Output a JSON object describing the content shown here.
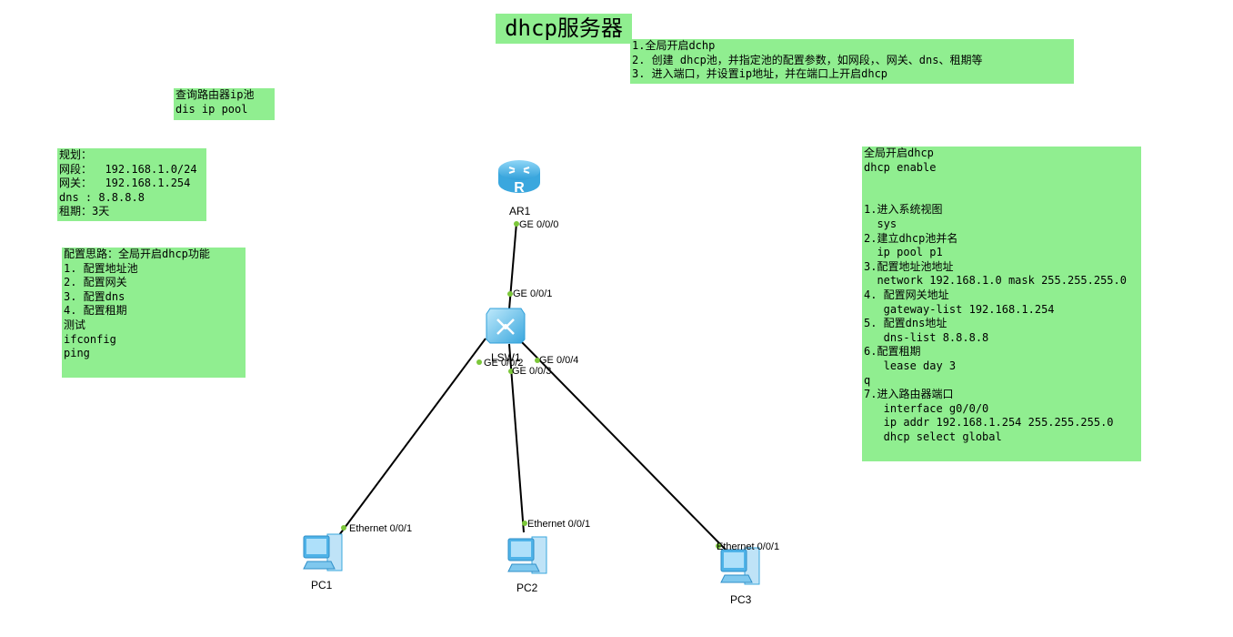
{
  "title": "dhcp服务器",
  "steps_note": {
    "lines": [
      "1.全局开启dchp",
      "2. 创建 dhcp池，并指定池的配置参数，如网段，、网关、dns、租期等",
      "3. 进入端口，并设置ip地址，并在端口上开启dhcp"
    ]
  },
  "query_note": {
    "lines": [
      "查询路由器ip池",
      "dis ip pool"
    ]
  },
  "plan_note": {
    "lines": [
      "规划：",
      "网段：  192.168.1.0/24",
      "网关：  192.168.1.254",
      "dns : 8.8.8.8",
      "租期：3天"
    ]
  },
  "idea_note": {
    "lines": [
      "配置思路：全局开启dhcp功能",
      "1. 配置地址池",
      "2. 配置网关",
      "3. 配置dns",
      "4. 配置租期",
      "测试",
      "ifconfig",
      "ping"
    ]
  },
  "config_note": {
    "lines": [
      "全局开启dhcp",
      "dhcp enable",
      "",
      "",
      "1.进入系统视图",
      "  sys",
      "2.建立dhcp池并名",
      "  ip pool p1",
      "3.配置地址池地址",
      "  network 192.168.1.0 mask 255.255.255.0",
      "4. 配置网关地址",
      "   gateway-list 192.168.1.254",
      "5. 配置dns地址",
      "   dns-list 8.8.8.8",
      "6.配置租期",
      "   lease day 3",
      "q",
      "7.进入路由器端口",
      "   interface g0/0/0",
      "   ip addr 192.168.1.254 255.255.255.0",
      "   dhcp select global"
    ]
  },
  "devices": {
    "router": {
      "label": "AR1",
      "icon": "router-icon"
    },
    "switch": {
      "label": "LSW1",
      "icon": "switch-icon"
    },
    "pc1": {
      "label": "PC1",
      "icon": "pc-icon"
    },
    "pc2": {
      "label": "PC2",
      "icon": "pc-icon"
    },
    "pc3": {
      "label": "PC3",
      "icon": "pc-icon"
    }
  },
  "ports": {
    "ar1_g000": "GE 0/0/0",
    "lsw1_g001": "GE 0/0/1",
    "lsw1_g002": "GE 0/0/2",
    "lsw1_g003": "GE 0/0/3",
    "lsw1_g004": "GE 0/0/4",
    "pc1_eth": "Ethernet 0/0/1",
    "pc2_eth": "Ethernet 0/0/1",
    "pc3_eth": "Ethernet 0/0/1"
  },
  "colors": {
    "note_bg": "#90ee90",
    "port_dot": "#7cc73a",
    "device_blue": "#4fb3e8"
  }
}
